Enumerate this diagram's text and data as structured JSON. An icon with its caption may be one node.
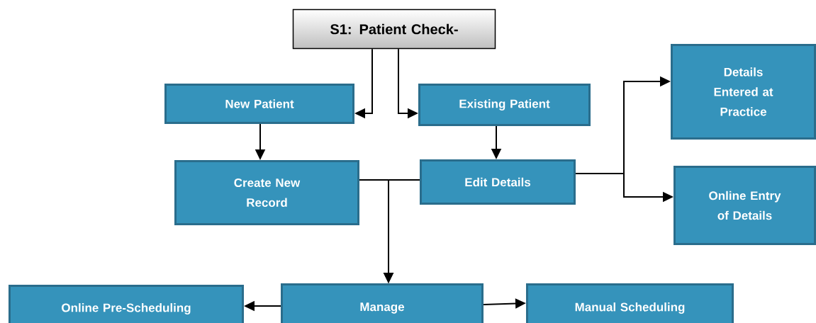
{
  "diagram": {
    "nodes": [
      {
        "text": [
          "S1: Patient Check-"
        ]
      },
      {
        "text": [
          "New Patient"
        ]
      },
      {
        "text": [
          "Existing Patient"
        ]
      },
      {
        "text": [
          "Create New Record"
        ]
      },
      {
        "text": [
          "Edit Details"
        ]
      },
      {
        "text": [
          "Details Entered at Practice"
        ]
      },
      {
        "text": [
          "Online Entry of Details"
        ]
      },
      {
        "text": [
          "Online Pre-Scheduling"
        ]
      },
      {
        "text": [
          "Manage"
        ]
      },
      {
        "text": [
          "Manual Scheduling"
        ]
      }
    ],
    "edges": [
      {
        "from": 0,
        "to": 1,
        "arrow": "to"
      },
      {
        "from": 0,
        "to": 2,
        "arrow": "to"
      },
      {
        "from": 1,
        "to": 3,
        "arrow": "to"
      },
      {
        "from": 2,
        "to": 4,
        "arrow": "to"
      },
      {
        "from": 4,
        "to": 5,
        "arrow": "to"
      },
      {
        "from": 4,
        "to": 6,
        "arrow": "to"
      },
      {
        "from": 3,
        "to": 8,
        "arrow": "to"
      },
      {
        "from": 4,
        "to": 8,
        "arrow": "to"
      },
      {
        "from": 8,
        "to": 7,
        "arrow": "to"
      },
      {
        "from": 8,
        "to": 9,
        "arrow": "to"
      }
    ]
  }
}
